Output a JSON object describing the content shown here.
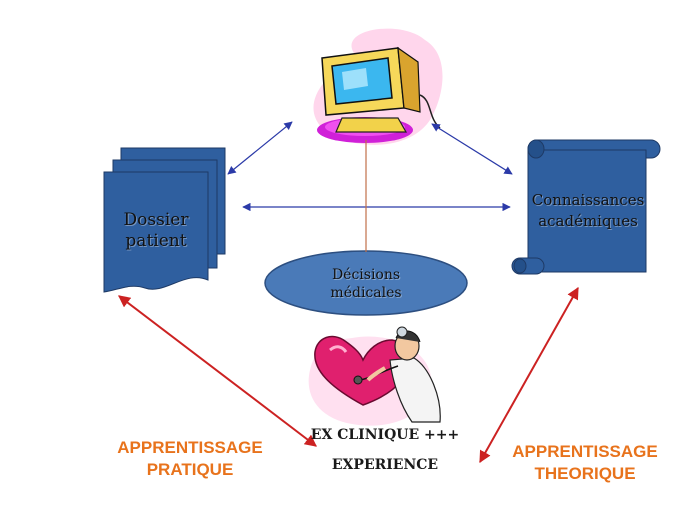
{
  "diagram": {
    "nodes": {
      "dossier": [
        "Dossier",
        "patient"
      ],
      "connaissances": [
        "Connaissances",
        "académiques"
      ],
      "decisions": [
        "Décisions",
        "médicales"
      ]
    },
    "labels": {
      "apprentissage_pratique": [
        "APPRENTISSAGE",
        "PRATIQUE"
      ],
      "apprentissage_theorique": [
        "APPRENTISSAGE",
        "THEORIQUE"
      ],
      "ex_clinique": "EX CLINIQUE +++",
      "experience": "EXPERIENCE"
    },
    "colors": {
      "node_fill": "#2f5f9f",
      "ellipse_fill": "#4a7ab8",
      "blue_arrow": "#2b3aa8",
      "red_arrow": "#cc2222",
      "brown_line": "#c0704a",
      "orange_text": "#e8731c"
    },
    "icons": [
      "computer-icon",
      "doctor-heart-icon"
    ]
  }
}
